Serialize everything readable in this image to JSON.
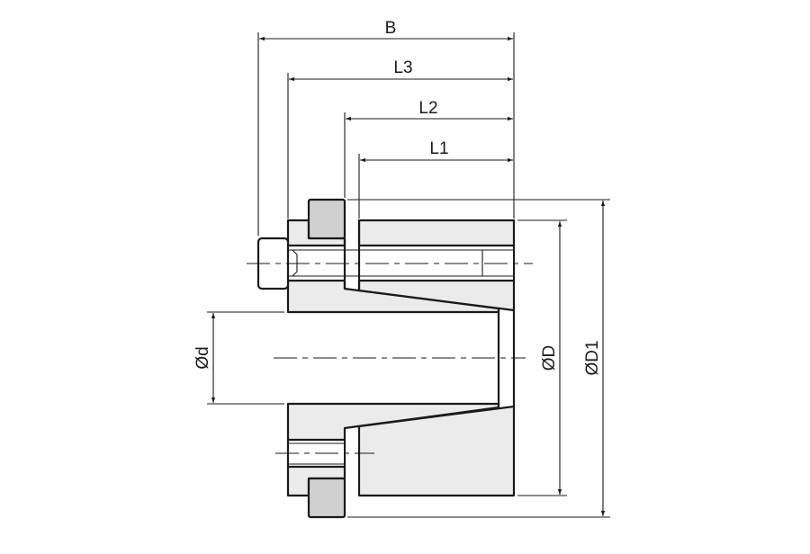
{
  "drawing": {
    "title": "Locking assembly dimension drawing",
    "dimensions": {
      "B": "B",
      "L3": "L3",
      "L2": "L2",
      "L1": "L1",
      "bore_d": "Ød",
      "outer_D": "ØD",
      "flange_D1": "ØD1"
    },
    "colors": {
      "line": "#1a1a1a",
      "body_fill": "#ebebeb",
      "spacer_fill": "#d0d0d0"
    }
  }
}
